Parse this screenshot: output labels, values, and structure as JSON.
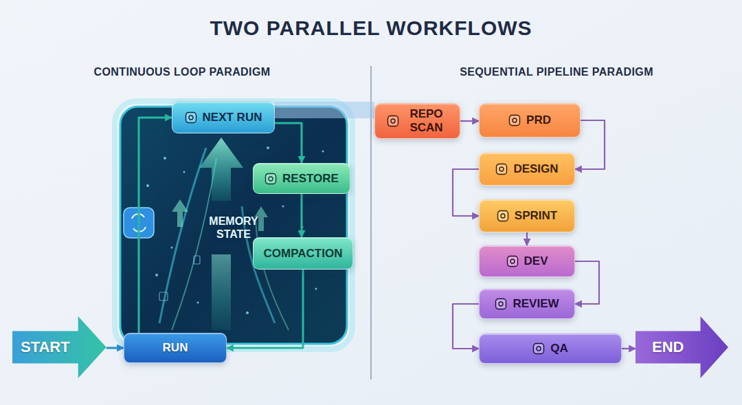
{
  "diagram": {
    "title": "TWO PARALLEL WORKFLOWS",
    "nodes": [
      {
        "text": [
          "NEXT RUN"
        ]
      },
      {
        "text": [
          "RESTORE"
        ]
      },
      {
        "text": [
          "MEMORY STATE"
        ]
      },
      {
        "text": [
          "COMPACTION"
        ]
      },
      {
        "text": [
          "START"
        ]
      },
      {
        "text": [
          "RUN"
        ]
      },
      {
        "text": [
          "REPO SCAN"
        ]
      },
      {
        "text": [
          "PRD"
        ]
      },
      {
        "text": [
          "DESIGN"
        ]
      },
      {
        "text": [
          "SPRINT"
        ]
      },
      {
        "text": [
          "DEV"
        ]
      },
      {
        "text": [
          "REVIEW"
        ]
      },
      {
        "text": [
          "QA"
        ]
      },
      {
        "text": [
          "END"
        ]
      }
    ],
    "edges": [
      {
        "from": 4,
        "to": 5,
        "arrow": "to"
      },
      {
        "from": 5,
        "to": 0,
        "arrow": "to"
      },
      {
        "from": 0,
        "to": 1,
        "arrow": "to"
      },
      {
        "from": 1,
        "to": 3,
        "arrow": "to"
      },
      {
        "from": 3,
        "to": 5,
        "arrow": "to"
      },
      {
        "from": 0,
        "to": 6,
        "arrow": "none"
      },
      {
        "from": 6,
        "to": 7,
        "arrow": "to"
      },
      {
        "from": 7,
        "to": 8,
        "arrow": "to"
      },
      {
        "from": 8,
        "to": 9,
        "arrow": "to"
      },
      {
        "from": 9,
        "to": 10,
        "arrow": "to"
      },
      {
        "from": 10,
        "to": 11,
        "arrow": "to"
      },
      {
        "from": 11,
        "to": 12,
        "arrow": "to"
      },
      {
        "from": 12,
        "to": 13,
        "arrow": "to"
      }
    ],
    "labels": [
      "CONTINUOUS LOOP PARADIGM",
      "SEQUENTIAL PIPELINE PARADIGM"
    ]
  }
}
